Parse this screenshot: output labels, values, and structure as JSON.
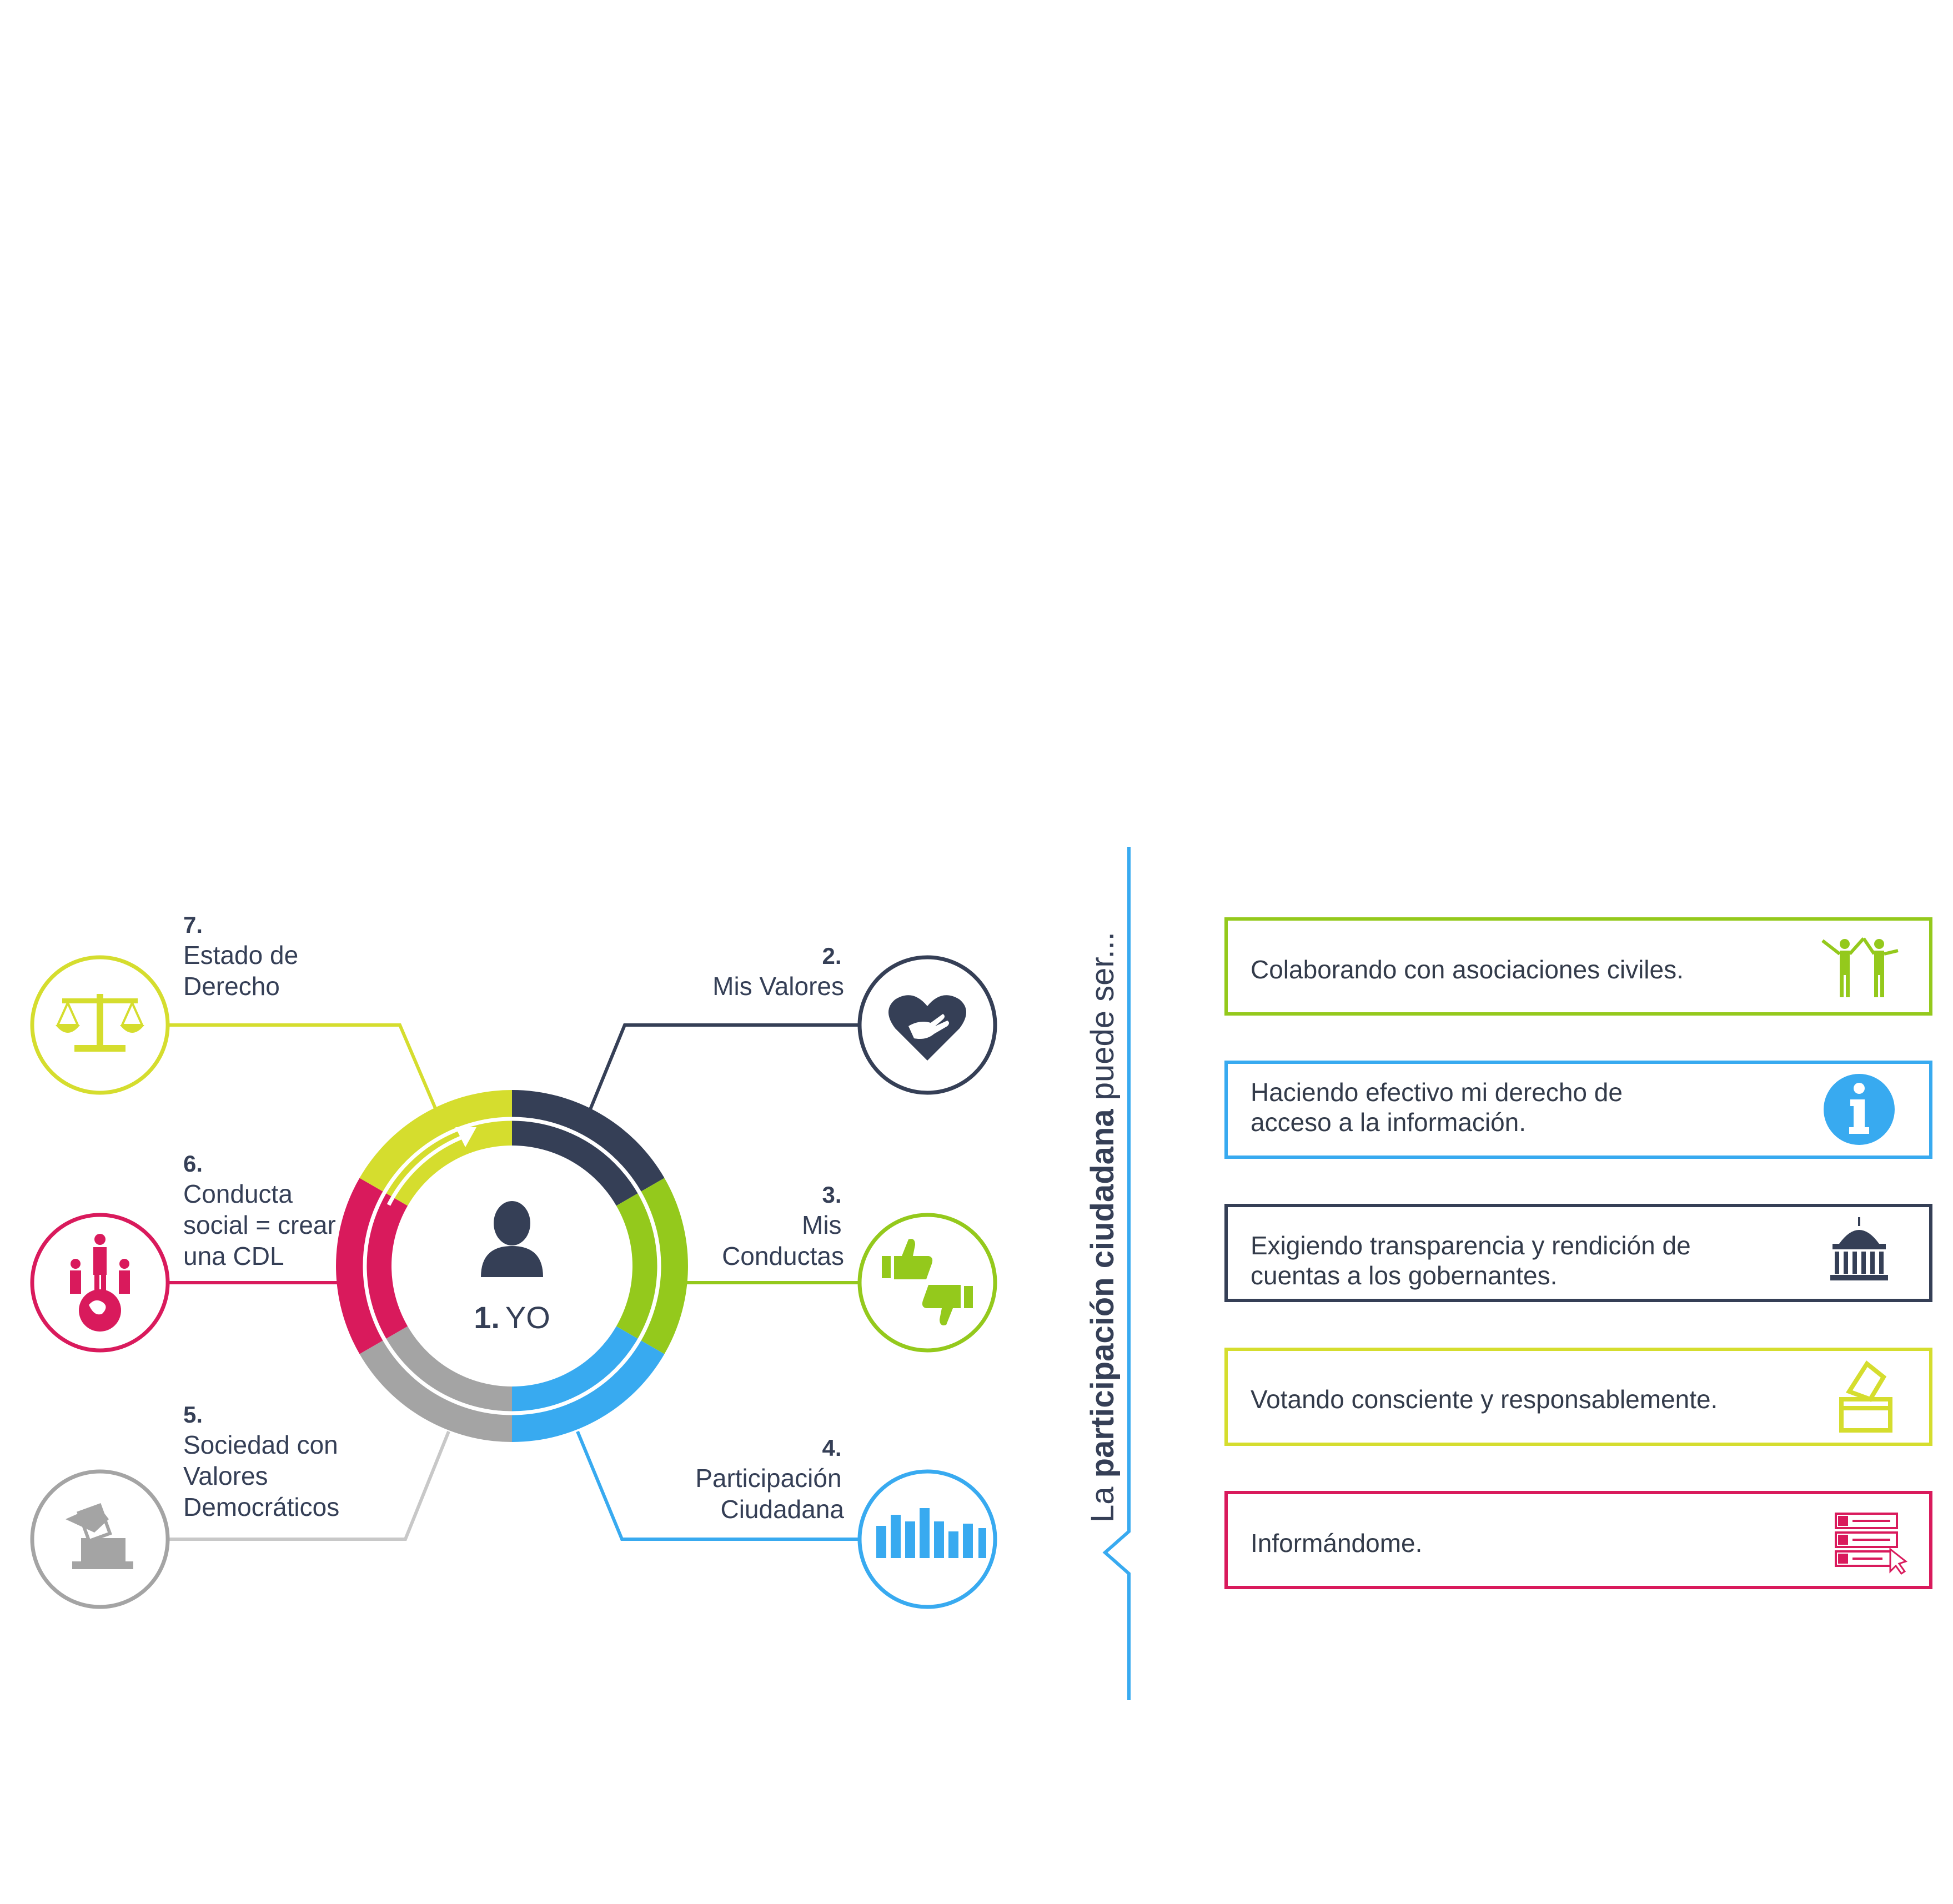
{
  "center": {
    "number": "1.",
    "label": "YO"
  },
  "colors": {
    "navy": "#353f56",
    "green": "#94c91c",
    "blue": "#38aaf0",
    "gray": "#a4a4a4",
    "magenta": "#d91a5c",
    "yellow": "#d5dd2e",
    "gray_line": "#c8c8c8"
  },
  "nodes": [
    {
      "number": "2.",
      "lines": [
        "Mis Valores"
      ],
      "icon": "heart-hand-icon"
    },
    {
      "number": "3.",
      "lines": [
        "Mis",
        "Conductas"
      ],
      "icon": "thumbs-up-down-icon"
    },
    {
      "number": "4.",
      "lines": [
        "Participación",
        "Ciudadana"
      ],
      "icon": "raised-hands-icon"
    },
    {
      "number": "5.",
      "lines": [
        "Sociedad con",
        "Valores",
        "Democráticos"
      ],
      "icon": "ballot-box-hand-icon"
    },
    {
      "number": "6.",
      "lines": [
        "Conducta",
        "social = crear",
        "una CDL"
      ],
      "icon": "people-globe-icon"
    },
    {
      "number": "7.",
      "lines": [
        "Estado de",
        "Derecho"
      ],
      "icon": "scales-icon"
    }
  ],
  "heading": {
    "prefix": "La ",
    "bold": "participación ciudadana",
    "suffix": " puede ser..."
  },
  "cards": [
    {
      "lines": [
        "Colaborando con asociaciones civiles."
      ],
      "icon": "people-cooperation-icon"
    },
    {
      "lines": [
        "Haciendo efectivo mi derecho de",
        "acceso a la información."
      ],
      "icon": "info-icon"
    },
    {
      "lines": [
        "Exigiendo transparencia y rendición de",
        "cuentas a los gobernantes."
      ],
      "icon": "capitol-building-icon"
    },
    {
      "lines": [
        "Votando consciente y responsablemente."
      ],
      "icon": "ballot-box-icon"
    },
    {
      "lines": [
        "Informándome."
      ],
      "icon": "question-list-icon"
    }
  ]
}
